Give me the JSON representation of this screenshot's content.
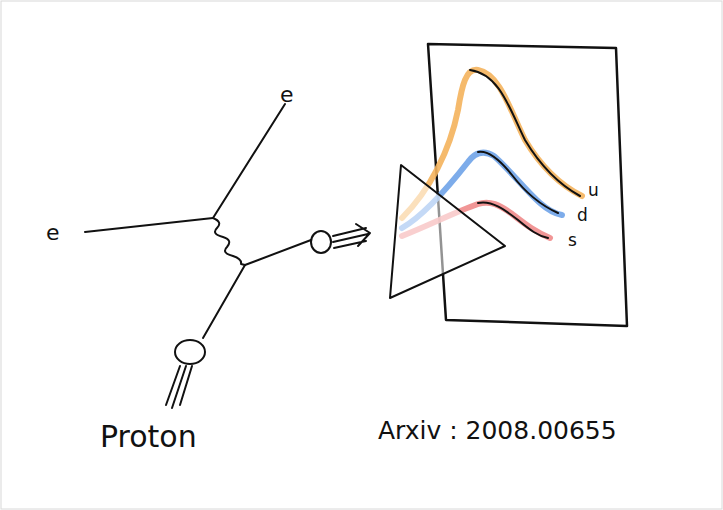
{
  "diagram": {
    "labels": [
      "e",
      "e",
      "u",
      "d",
      "s",
      "Proton",
      "Arxiv : 2008.00655"
    ]
  }
}
